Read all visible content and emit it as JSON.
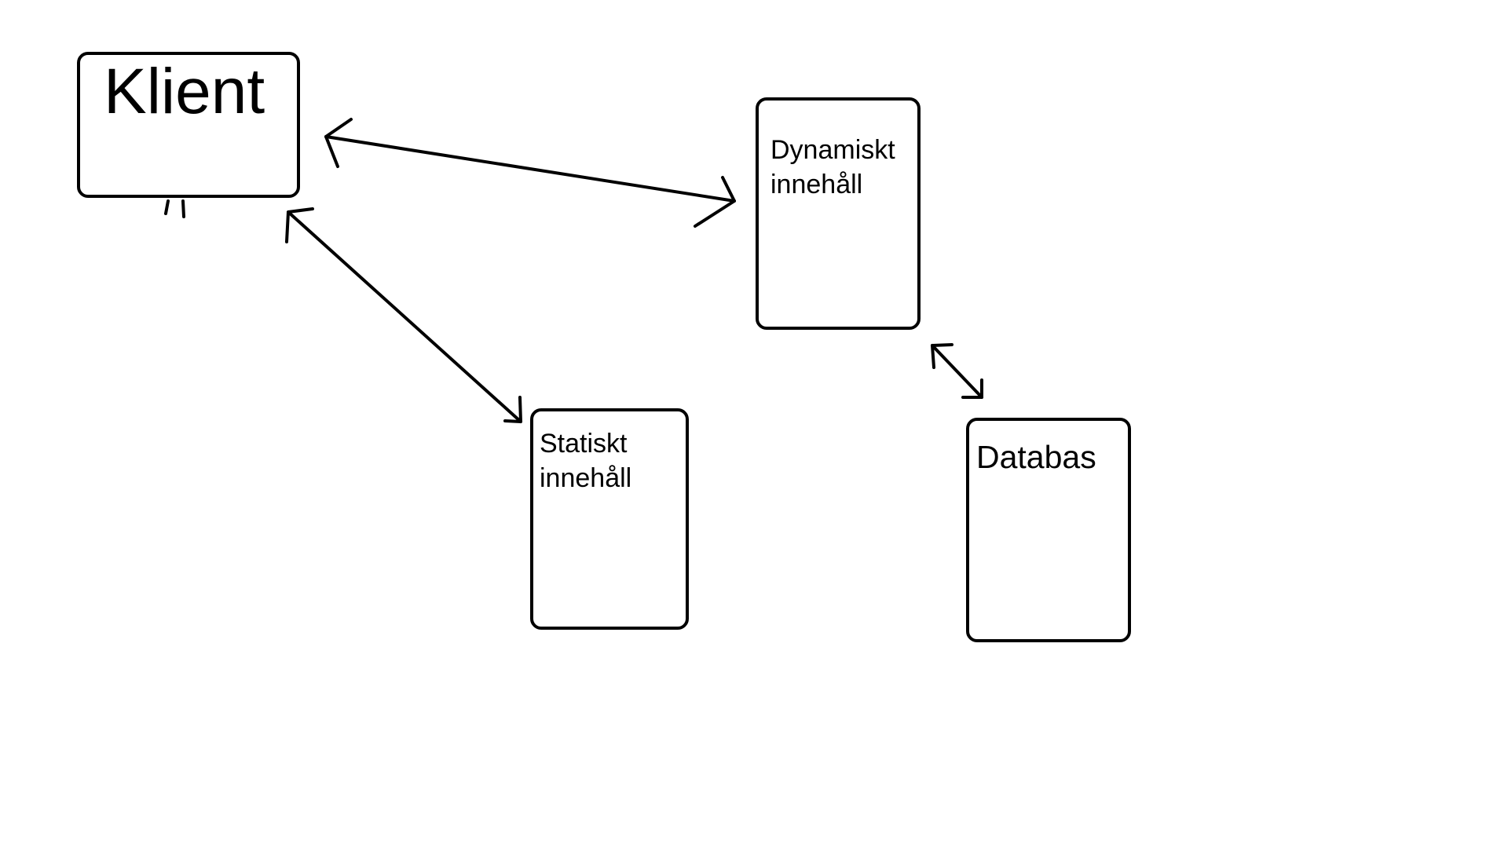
{
  "diagram": {
    "nodes": {
      "klient": {
        "label": "Klient"
      },
      "dynamiskt": {
        "label": "Dynamiskt\ninnehåll"
      },
      "statiskt": {
        "label": "Statiskt\ninnehåll"
      },
      "databas": {
        "label": "Databas"
      }
    },
    "edges": [
      {
        "from": "klient",
        "to": "dynamiskt",
        "direction": "both"
      },
      {
        "from": "klient",
        "to": "statiskt",
        "direction": "both"
      },
      {
        "from": "dynamiskt",
        "to": "databas",
        "direction": "both"
      }
    ],
    "colors": {
      "stroke": "#000000",
      "background": "#ffffff"
    }
  }
}
